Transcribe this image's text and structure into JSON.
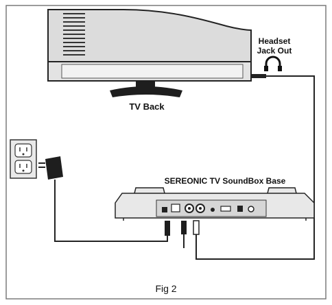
{
  "labels": {
    "headset_line1": "Headset",
    "headset_line2": "Jack Out",
    "tv_back": "TV Back",
    "soundbox_base": "SEREONIC TV SoundBox Base",
    "figure_caption": "Fig 2"
  },
  "colors": {
    "frame": "#7a7a7a",
    "tv_body": "#d9d9d9",
    "tv_stand": "#1e1e1e",
    "cable": "#222222",
    "outlet": "#e9e9e9",
    "base": "#e8e8e8"
  },
  "icons": [
    "headphones-icon",
    "wall-outlet-icon",
    "power-adapter-icon"
  ]
}
